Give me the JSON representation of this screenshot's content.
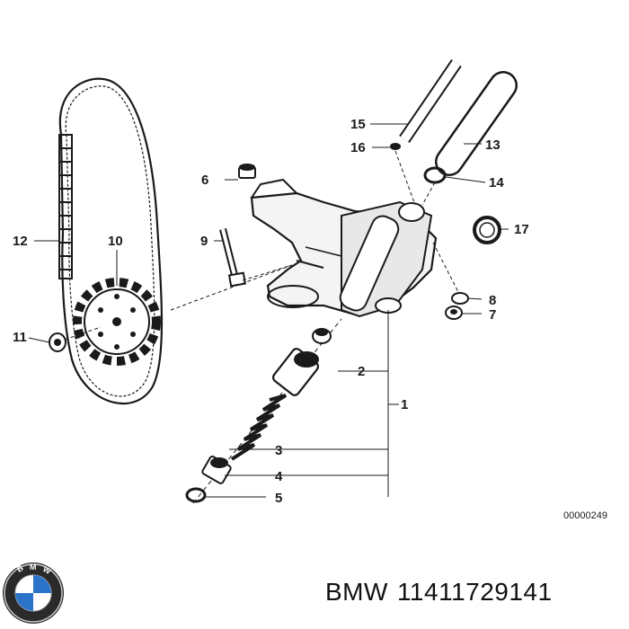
{
  "diagram": {
    "ref_code": "00000249",
    "callouts": {
      "c1": "1",
      "c2": "2",
      "c3": "3",
      "c4": "4",
      "c5": "5",
      "c6": "6",
      "c7": "7",
      "c8": "8",
      "c9": "9",
      "c10": "10",
      "c11": "11",
      "c12": "12",
      "c13": "13",
      "c14": "14",
      "c15": "15",
      "c16": "16",
      "c17": "17"
    }
  },
  "footer": {
    "brand": "BMW",
    "part_number": "11411729141",
    "logo_icon": "bmw-roundel-logo"
  }
}
